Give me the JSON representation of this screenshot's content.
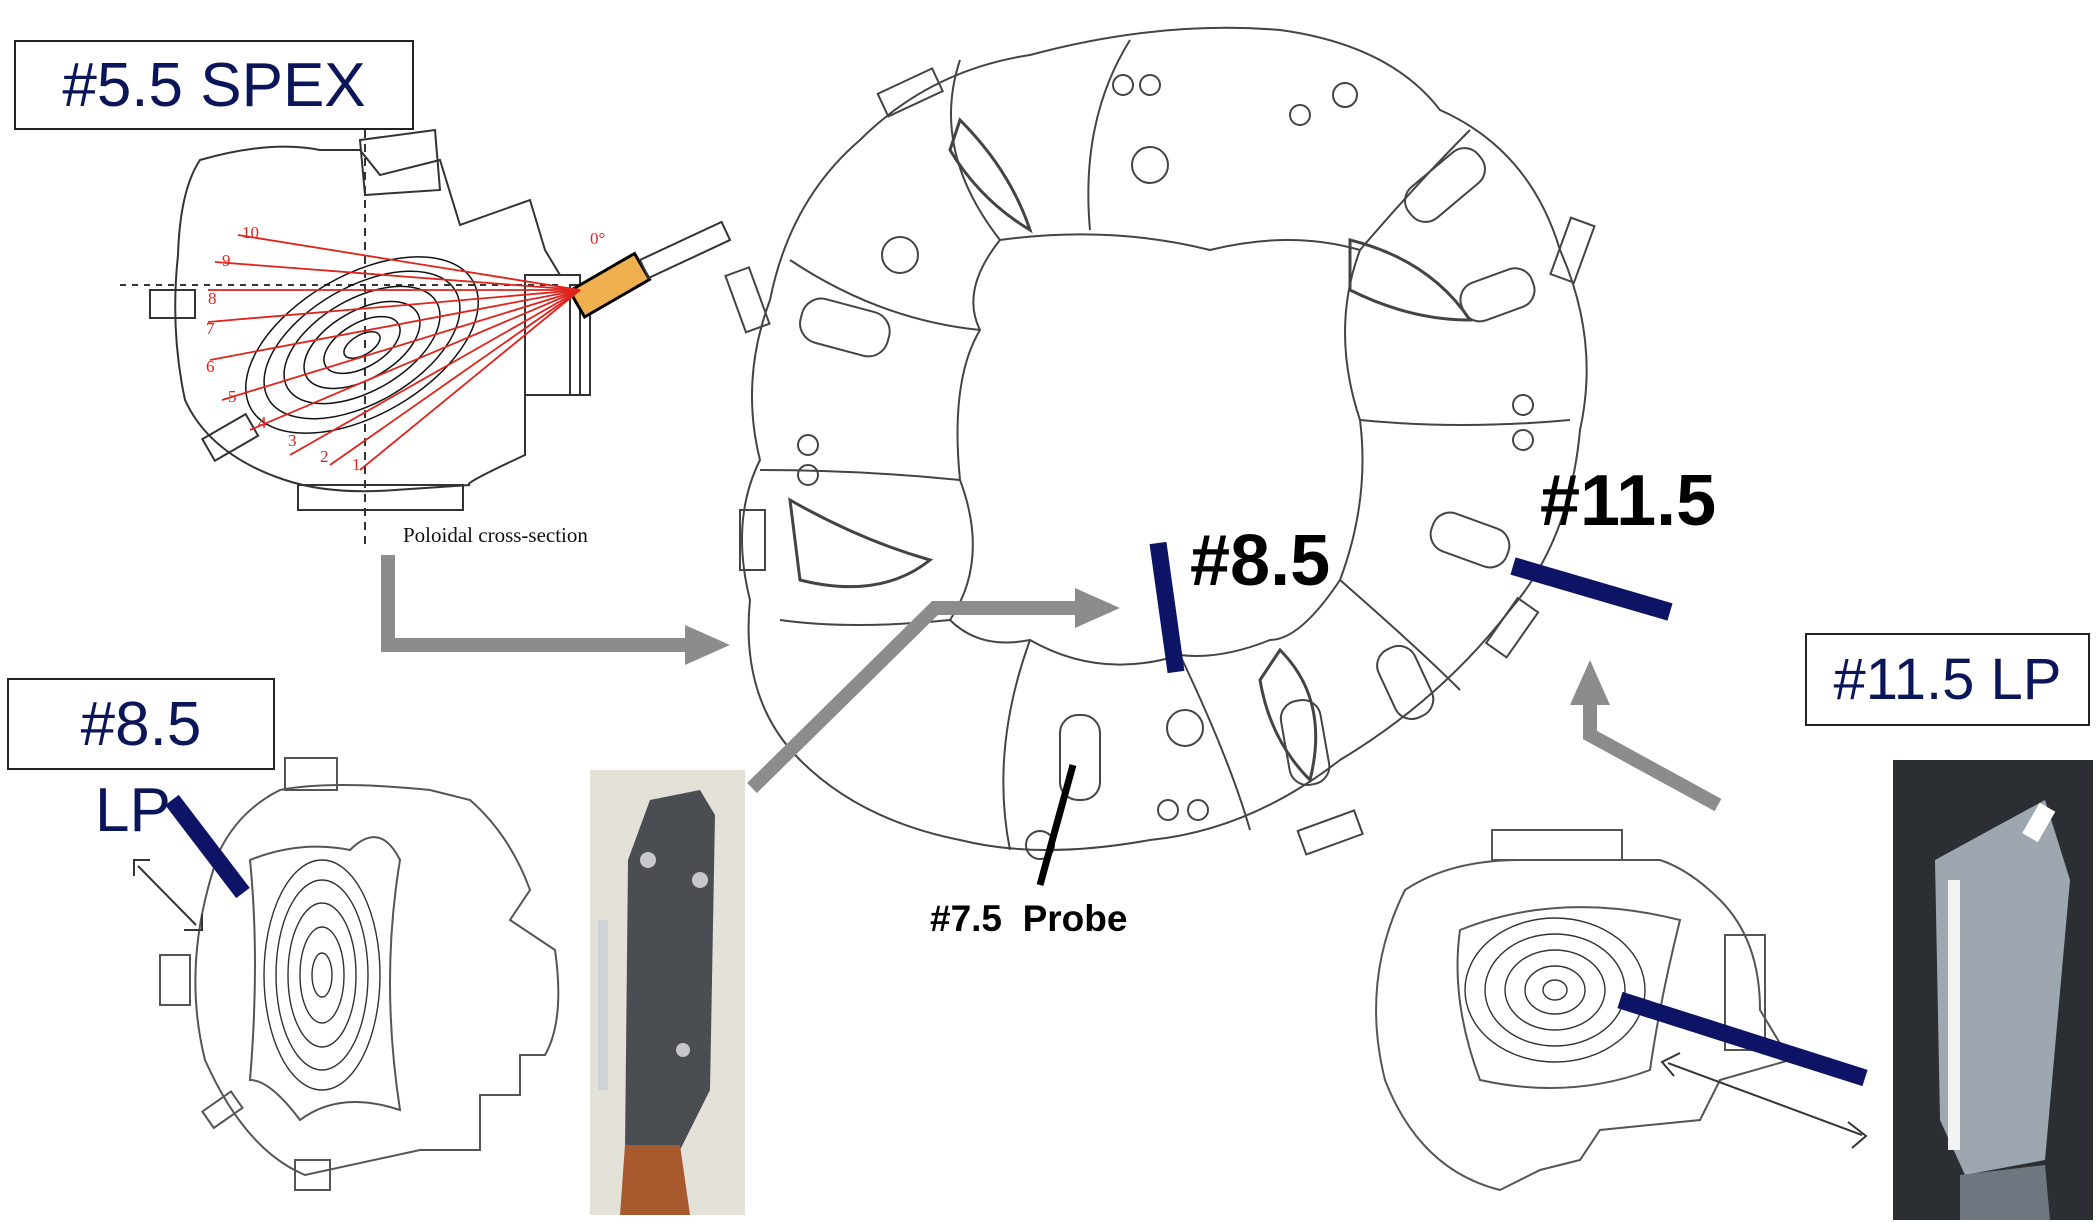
{
  "labels": {
    "spex_title": "#5.5 SPEX",
    "lp85_title": "#8.5",
    "lp85_sub": "LP",
    "lp115_title": "#11.5 LP",
    "port_85": "#8.5",
    "port_115": "#11.5",
    "probe_75": "#7.5  Probe",
    "poloidal_caption": "Poloidal cross-section"
  },
  "spex_chords": {
    "angle_label": "0°",
    "chord_numbers": [
      "1",
      "2",
      "3",
      "4",
      "5",
      "6",
      "7",
      "8",
      "9",
      "10"
    ]
  },
  "colors": {
    "probe_bar": "#0d1466",
    "arrow_gray": "#8c8c8c",
    "chord_red": "#e0231c",
    "label_blue": "#0b1559",
    "drawing_line": "#444444"
  }
}
